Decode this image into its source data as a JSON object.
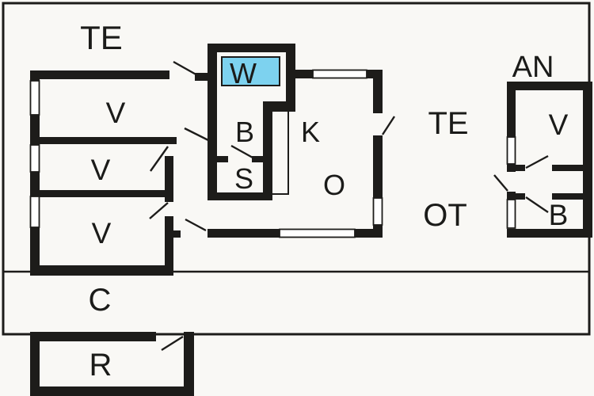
{
  "title": "floor-plan",
  "colors": {
    "wall": "#1d1c1a",
    "background": "#f9f8f5",
    "highlight": "#7dd2ef",
    "text": "#1b1b19"
  },
  "rooms": {
    "te_top": "TE",
    "v1": "V",
    "v2": "V",
    "v3": "V",
    "w": "W",
    "b": "B",
    "s": "S",
    "k": "K",
    "o": "O",
    "te_right": "TE",
    "ot": "OT",
    "an": "AN",
    "an_v": "V",
    "an_b": "B",
    "c": "C",
    "r": "R"
  }
}
